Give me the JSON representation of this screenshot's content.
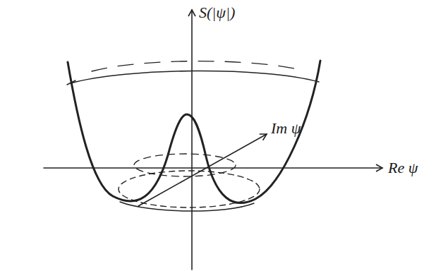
{
  "diagram": {
    "labels": [
      "S(|ψ|)",
      "Im ψ",
      "Re ψ"
    ]
  }
}
